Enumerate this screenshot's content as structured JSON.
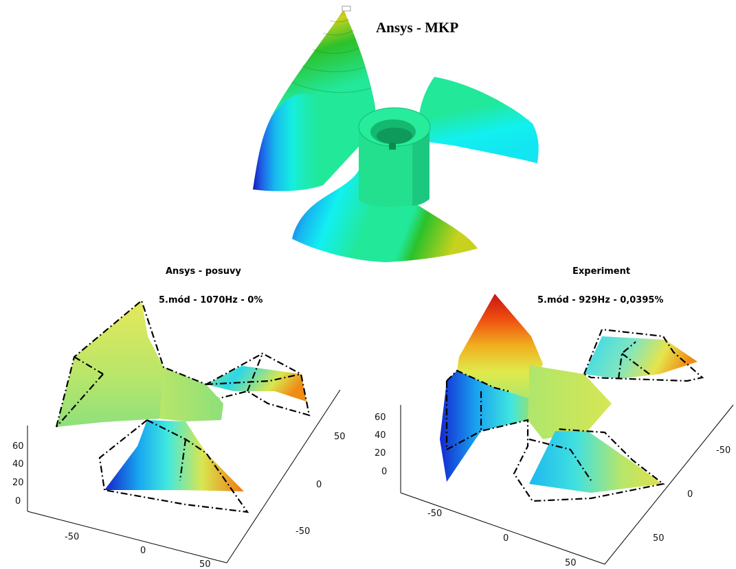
{
  "top_title": "Ansys - MKP",
  "fem_model_colors": {
    "red": "#d8141a",
    "orange": "#e07a10",
    "yellow": "#c8d21e",
    "green": "#2cc12a",
    "seafoam": "#22e89a",
    "cyan": "#12f0f0",
    "light_blue": "#18b6f0",
    "blue": "#1e60e6",
    "navy": "#1818b8"
  },
  "left_plot": {
    "heading": "Ansys - posuvy",
    "mode_label": "5.mód - 1070Hz - 0%",
    "z_ticks": [
      "0",
      "20",
      "40",
      "60"
    ],
    "x_ticks": [
      "-50",
      "0",
      "50"
    ],
    "y_ticks": [
      "50",
      "0",
      "-50"
    ]
  },
  "right_plot": {
    "heading": "Experiment",
    "mode_label": "5.mód - 929Hz - 0,0395%",
    "z_ticks": [
      "0",
      "20",
      "40",
      "60"
    ],
    "x_ticks": [
      "-50",
      "0",
      "50"
    ],
    "y_ticks": [
      "-50",
      "0",
      "50"
    ]
  }
}
